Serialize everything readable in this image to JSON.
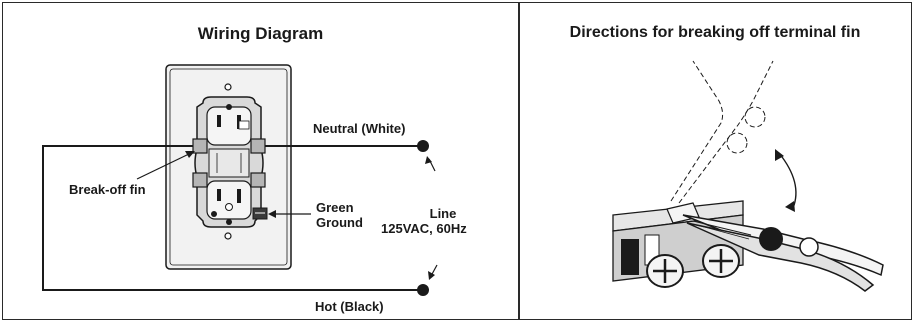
{
  "left_panel": {
    "title": "Wiring Diagram",
    "labels": {
      "neutral": "Neutral (White)",
      "breakoff": "Break-off fin",
      "green": "Green",
      "ground": "Ground",
      "line": "Line",
      "line_spec": "125VAC, 60Hz",
      "hot": "Hot (Black)"
    }
  },
  "right_panel": {
    "title": "Directions for breaking off terminal fin"
  },
  "colors": {
    "ink": "#1a1a1a",
    "plate": "#f2f2f2",
    "metal": "#d9d9d9"
  }
}
